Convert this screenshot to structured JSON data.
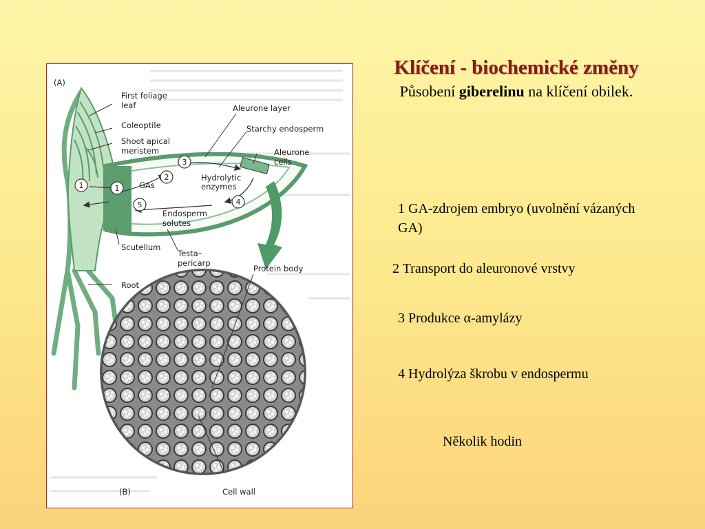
{
  "title": "Klíčení - biochemické změny",
  "subtitle": {
    "before": "Působení ",
    "bold": "giberelinu",
    "after": " na klíčení obilek."
  },
  "steps": [
    "1    GA-zdrojem embryo (uvolnění vázaných GA)",
    "2 Transport do aleuronové vrstvy",
    "3 Produkce α-amylázy",
    "4 Hydrolýza škrobu v endospermu"
  ],
  "note": "Několik  hodin",
  "figure": {
    "panel_a": "(A)",
    "panel_b": "(B)",
    "labels": {
      "first_foliage_leaf_1": "First foliage",
      "first_foliage_leaf_2": "leaf",
      "coleoptile": "Coleoptile",
      "shoot_apical_1": "Shoot apical",
      "shoot_apical_2": "meristem",
      "aleurone_layer": "Aleurone layer",
      "starchy_endosperm": "Starchy endosperm",
      "aleurone_cells_1": "Aleurone",
      "aleurone_cells_2": "cells",
      "gas": "GAs",
      "hydrolytic_1": "Hydrolytic",
      "hydrolytic_2": "enzymes",
      "endosperm_solutes_1": "Endosperm",
      "endosperm_solutes_2": "solutes",
      "scutellum": "Scutellum",
      "testa_1": "Testa–",
      "testa_2": "pericarp",
      "protein_body": "Protein body",
      "root": "Root",
      "cell_wall": "Cell wall"
    },
    "circle_numbers": [
      "1",
      "1",
      "2",
      "3",
      "4",
      "5"
    ],
    "colors": {
      "embryo_green": "#b7dcb8",
      "scutellum_green": "#5d9e6e",
      "arrow_green": "#4f9a68",
      "micrograph": "#7d7d7d"
    }
  }
}
